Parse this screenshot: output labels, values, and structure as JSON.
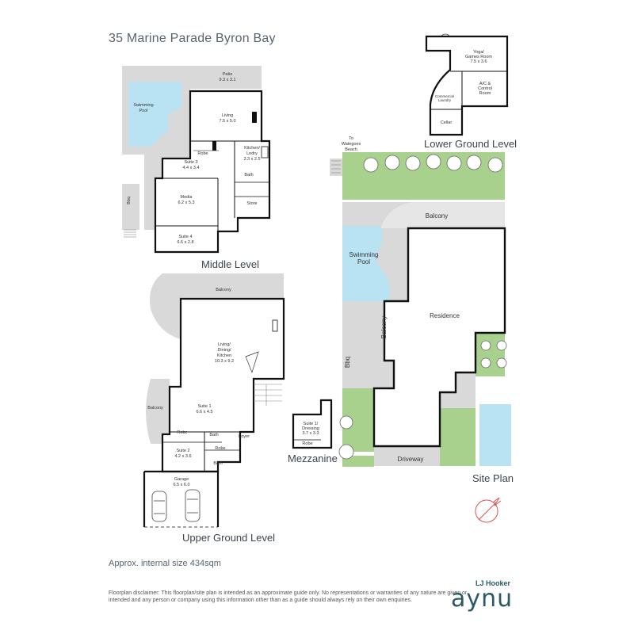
{
  "title": "35 Marine Parade Byron Bay",
  "levels": {
    "middle": "Middle Level",
    "upper": "Upper Ground Level",
    "lower": "Lower Ground Level",
    "mezzanine": "Mezzanine",
    "site": "Site Plan"
  },
  "rooms": {
    "patio": [
      "Patio",
      "9.3 x 3.1"
    ],
    "pool_mid": [
      "Swimming",
      "Pool"
    ],
    "living_mid": [
      "Living",
      "7.5 x 5.0"
    ],
    "kitchen_mid": [
      "Kitchen/",
      "Lndry",
      "3.3 x 2.5"
    ],
    "suite3": [
      "Suite 3",
      "4.4 x 3.4"
    ],
    "robe_mid": "Robe",
    "bath_mid": "Bath",
    "media": [
      "Media",
      "6.2 x 5.3"
    ],
    "store": "Store",
    "bbq_mid": "Bbq",
    "suite4": [
      "Suite 4",
      "6.6 x 2.8"
    ],
    "balcony_upper": "Balcony",
    "living_upper": [
      "Living/",
      "Dining/",
      "Kitchen",
      "10.3 x 9.2"
    ],
    "balcony_upper_side": "Balcony",
    "suite1": [
      "Suite 1",
      "6.6 x 4.5"
    ],
    "robe_upper": "Robe",
    "bath_upper": "Bath",
    "foyer": "Foyer",
    "suite2": [
      "Suite 2",
      "4.2 x 3.6"
    ],
    "robe_upper2": "Robe",
    "bath_upper2": "Bath",
    "garage": [
      "Garage",
      "6.5 x 6.0"
    ],
    "yoga": [
      "Yoga/",
      "Games Room",
      "7.5 x 3.6"
    ],
    "ac": [
      "A/C &",
      "Control",
      "Room"
    ],
    "laundry": [
      "Commercial",
      "Laundry"
    ],
    "cellar": "Cellar",
    "suite1_dressing": [
      "Suite 1/",
      "Dressing",
      "3.7 x 3.3"
    ],
    "robe_mezz": "Robe",
    "to_wategoes": [
      "To",
      "Wategoes",
      "Beach"
    ],
    "balcony_site": "Balcony",
    "pool_site": [
      "Swimming",
      "Pool"
    ],
    "residence": "Residence",
    "balcony_site_side": "Balcony",
    "bbq_site": "Bbq",
    "driveway": "Driveway"
  },
  "approx_size": "Approx. internal size 434sqm",
  "disclaimer": "Floorplan disclaimer:  This floorplan/site plan is intended as an approximate guide only. No representations or warranties of any nature are given or intended and any person or company using this information other than as a guide should always rely on their own enquiries.",
  "brand": {
    "top": "LJ Hooker",
    "main": "aynu"
  },
  "colors": {
    "wall": "#111111",
    "floor": "#ffffff",
    "outdoor": "#d9d9d9",
    "pool": "#b9e2f3",
    "garden": "#a9d18e",
    "compass": "#d9534f",
    "brand": "#2a5a63"
  }
}
